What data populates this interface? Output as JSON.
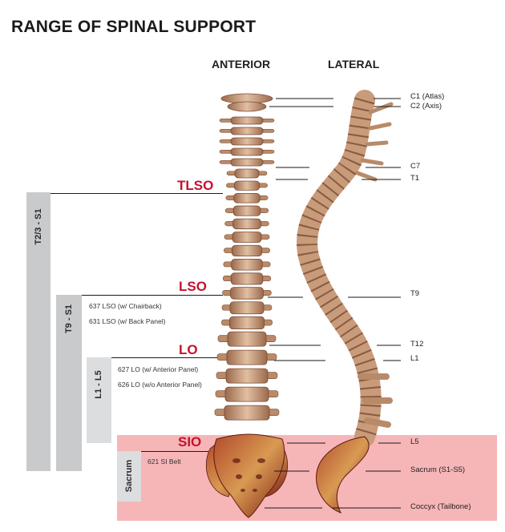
{
  "title": "RANGE OF SPINAL SUPPORT",
  "columns": {
    "anterior": "ANTERIOR",
    "lateral": "LATERAL"
  },
  "categories": {
    "tlso": "TLSO",
    "lso": "LSO",
    "lo": "LO",
    "sio": "SIO"
  },
  "ranges": {
    "tlso": "T2/3 - S1",
    "lso": "T9 - S1",
    "lo": "L1 - L5",
    "sio": "Sacrum"
  },
  "products": {
    "lso_1": "637 LSO (w/ Chairback)",
    "lso_2": "631 LSO (w/ Back Panel)",
    "lo_1": "627 LO (w/ Anterior Panel)",
    "lo_2": "626 LO (w/o Anterior Panel)",
    "sio_1": "621 SI Belt"
  },
  "vertebrae": {
    "c1": "C1 (Atlas)",
    "c2": "C2 (Axis)",
    "c7": "C7",
    "t1": "T1",
    "t9": "T9",
    "t12": "T12",
    "l1": "L1",
    "l5": "L5",
    "sacrum": "Sacrum (S1-S5)",
    "coccyx": "Coccyx (Tailbone)"
  },
  "colors": {
    "accent_red": "#c8102e",
    "bar_gray": "#c9cacc",
    "bar_light": "#dcdddf",
    "highlight_pink": "#f6b6b8",
    "bone": "#c89b7b",
    "bone_dark": "#8a5a3f",
    "sacrum_red": "#8f2a1c"
  }
}
